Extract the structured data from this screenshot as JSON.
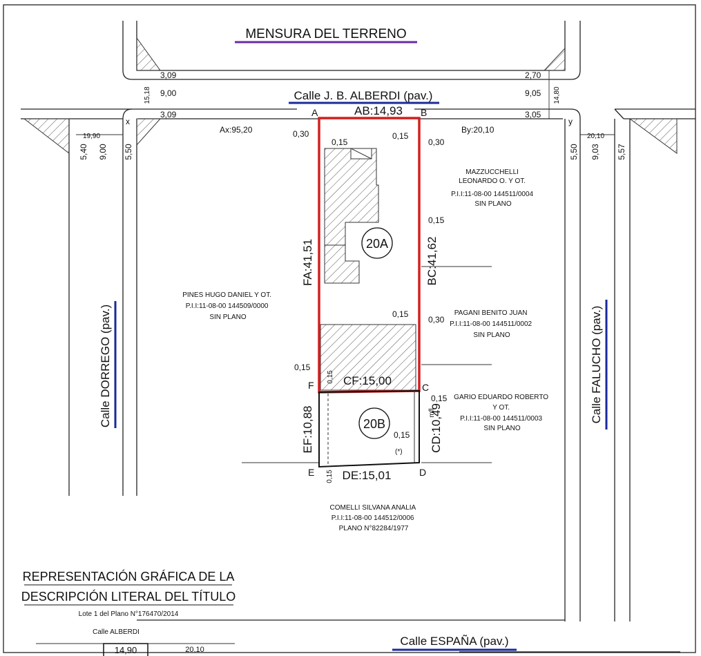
{
  "drawing": {
    "title": "MENSURA DEL TERRENO",
    "streets": {
      "top": "Calle J. B. ALBERDI (pav.)",
      "left": "Calle DORREGO (pav.)",
      "right": "Calle FALUCHO (pav.)",
      "bottom": "Calle ESPAÑA (pav.)"
    },
    "vertices": {
      "a": "A",
      "b": "B",
      "c": "C",
      "d": "D",
      "e": "E",
      "f": "F",
      "x": "x",
      "y": "y"
    },
    "lots": {
      "lot_a": "20A",
      "lot_b": "20B"
    },
    "side_labels": {
      "ab": "AB:14,93",
      "bc": "BC:41,62",
      "cf": "CF:15,00",
      "fa": "FA:41,51",
      "ef": "EF:10,88",
      "cd": "CD:10,49",
      "de": "DE:15,01"
    },
    "dims": {
      "d_3_09_top": "3,09",
      "d_9_00": "9,00",
      "d_3_09_bottom": "3,09",
      "d_15_18": "15,18",
      "d_2_70": "2,70",
      "d_9_05": "9,05",
      "d_3_05": "3,05",
      "d_14_80": "14,80",
      "ax": "Ax:95,20",
      "by": "By:20,10",
      "d_19_90": "19,90",
      "d_5_40": "5,40",
      "d_9_00_v": "9,00",
      "d_5_50_left": "5,50",
      "d_20_10": "20,10",
      "d_5_50_right": "5,50",
      "d_9_03": "9,03",
      "d_5_57": "5,57",
      "o_030_a": "0,30",
      "o_015_a": "0,15",
      "o_015_b": "0,15",
      "o_030_b": "0,30",
      "o_015_c": "0,15",
      "o_015_d": "0,15",
      "o_030_c": "0,30",
      "o_015_e": "0,15",
      "o_015_f": "0,15",
      "o_015_g": "0,15",
      "o_015_h": "0,15",
      "o_015_i": "0,15",
      "mfl": "mfl",
      "asterisk": "(*)"
    },
    "owners": {
      "mazzucchelli": [
        "MAZZUCCHELLI",
        "LEONARDO O. Y OT.",
        "P.I.I:11-08-00 144511/0004",
        "SIN PLANO"
      ],
      "pines": [
        "PINES HUGO DANIEL Y OT.",
        "P.I.I:11-08-00 144509/0000",
        "SIN PLANO"
      ],
      "pagani": [
        "PAGANI BENITO JUAN",
        "P.I.I:11-08-00 144511/0002",
        "SIN PLANO"
      ],
      "gario": [
        "GARIO EDUARDO ROBERTO",
        "Y OT.",
        "P.I.I:11-08-00 144511/0003",
        "SIN PLANO"
      ],
      "comelli": [
        "COMELLI SILVANA ANALIA",
        "P.I.I:11-08-00 144512/0006",
        "PLANO N°82284/1977"
      ]
    },
    "secondary": {
      "title_line1": "REPRESENTACIÓN GRÁFICA DE LA",
      "title_line2": "DESCRIPCIÓN LITERAL DEL TÍTULO",
      "subtitle": "Lote 1 del Plano N°176470/2014",
      "street": "Calle ALBERDI",
      "value_a": "14,90",
      "value_b": "20,10"
    },
    "colors": {
      "lot_boundary": "#d42020",
      "underline_purple": "#6a2aa8",
      "underline_blue": "#1a2a9a"
    }
  }
}
